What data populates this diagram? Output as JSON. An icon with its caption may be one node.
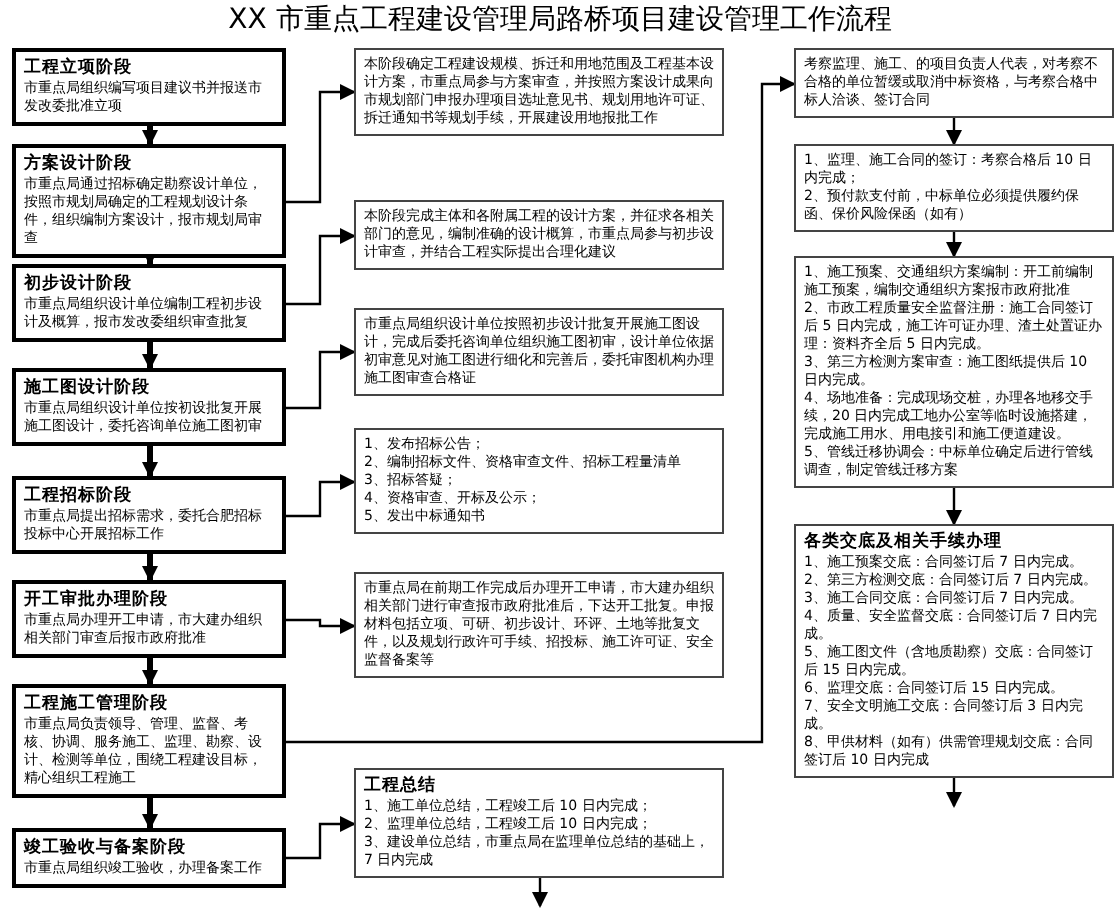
{
  "diagram": {
    "title": "XX 市重点工程建设管理局路桥项目建设管理工作流程",
    "nodes": [
      {
        "text": [
          "工程立项阶段",
          "市重点局组织编写项目建议书并报送市发改委批准立项"
        ]
      },
      {
        "text": [
          "方案设计阶段",
          "市重点局通过招标确定勘察设计单位，按照市规划局确定的工程规划设计条件，组织编制方案设计，报市规划局审查"
        ]
      },
      {
        "text": [
          "初步设计阶段",
          "市重点局组织设计单位编制工程初步设计及概算，报市发改委组织审查批复"
        ]
      },
      {
        "text": [
          "施工图设计阶段",
          "市重点局组织设计单位按初设批复开展施工图设计，委托咨询单位施工图初审"
        ]
      },
      {
        "text": [
          "工程招标阶段",
          "市重点局提出招标需求，委托合肥招标投标中心开展招标工作"
        ]
      },
      {
        "text": [
          "开工审批办理阶段",
          "市重点局办理开工申请，市大建办组织相关部门审查后报市政府批准"
        ]
      },
      {
        "text": [
          "工程施工管理阶段",
          "市重点局负责领导、管理、监督、考核、协调、服务施工、监理、勘察、设计、检测等单位，围绕工程建设目标，精心组织工程施工"
        ]
      },
      {
        "text": [
          "竣工验收与备案阶段",
          "市重点局组织竣工验收，办理备案工作"
        ]
      },
      {
        "text": [
          "本阶段确定工程建设规模、拆迁和用地范围及工程基本设计方案，市重点局参与方案审查，并按照方案设计成果向市规划部门申报办理项目选址意见书、规划用地许可证、拆迁通知书等规划手续，开展建设用地报批工作"
        ]
      },
      {
        "text": [
          "本阶段完成主体和各附属工程的设计方案，并征求各相关部门的意见，编制准确的设计概算，市重点局参与初步设计审查，并结合工程实际提出合理化建议"
        ]
      },
      {
        "text": [
          "市重点局组织设计单位按照初步设计批复开展施工图设计，完成后委托咨询单位组织施工图初审，设计单位依据初审意见对施工图进行细化和完善后，委托审图机构办理施工图审查合格证"
        ]
      },
      {
        "text": [
          "1、发布招标公告；",
          "2、编制招标文件、资格审查文件、招标工程量清单",
          "3、招标答疑；",
          "4、资格审查、开标及公示；",
          "5、发出中标通知书"
        ]
      },
      {
        "text": [
          "市重点局在前期工作完成后办理开工申请，市大建办组织相关部门进行审查报市政府批准后，下达开工批复。申报材料包括立项、可研、初步设计、环评、土地等批复文件，以及规划行政许可手续、招投标、施工许可证、安全监督备案等"
        ]
      },
      {
        "text": [
          "工程总结",
          "1、施工单位总结，工程竣工后 10 日内完成；",
          "2、监理单位总结，工程竣工后 10 日内完成；",
          "3、建设单位总结，市重点局在监理单位总结的基础上，7 日内完成"
        ]
      },
      {
        "text": [
          "考察监理、施工、的项目负责人代表，对考察不合格的单位暂缓或取消中标资格，与考察合格中标人洽谈、签订合同"
        ]
      },
      {
        "text": [
          "1、监理、施工合同的签订：考察合格后 10 日内完成；",
          "2、预付款支付前，中标单位必须提供履约保函、保价风险保函（如有）"
        ]
      },
      {
        "text": [
          "1、施工预案、交通组织方案编制：开工前编制施工预案，编制交通组织方案报市政府批准",
          "2、市政工程质量安全监督注册：施工合同签订后 5 日内完成，施工许可证办理、渣土处置证办理：资料齐全后 5 日内完成。",
          "3、第三方检测方案审查：施工图纸提供后 10 日内完成。",
          "4、场地准备：完成现场交桩，办理各地移交手续，20 日内完成工地办公室等临时设施搭建，完成施工用水、用电接引和施工便道建设。",
          "5、管线迁移协调会：中标单位确定后进行管线调查，制定管线迁移方案"
        ]
      },
      {
        "text": [
          "各类交底及相关手续办理",
          "1、施工预案交底：合同签订后 7 日内完成。",
          "2、第三方检测交底：合同签订后 7 日内完成。",
          "3、施工合同交底：合同签订后 7 日内完成。",
          "4、质量、安全监督交底：合同签订后 7 日内完成。",
          "5、施工图文件（含地质勘察）交底：合同签订后 15 日内完成。",
          "6、监理交底：合同签订后 15 日内完成。",
          "7、安全文明施工交底：合同签订后 3 日内完成。",
          "8、甲供材料（如有）供需管理规划交底：合同签订后 10 日内完成"
        ]
      }
    ],
    "edges": [
      {
        "from": 0,
        "to": 1,
        "arrow": "to",
        "style": "thick"
      },
      {
        "from": 1,
        "to": 2,
        "arrow": "to",
        "style": "thick"
      },
      {
        "from": 2,
        "to": 3,
        "arrow": "to",
        "style": "thick"
      },
      {
        "from": 3,
        "to": 4,
        "arrow": "to",
        "style": "thick"
      },
      {
        "from": 4,
        "to": 5,
        "arrow": "to",
        "style": "thick"
      },
      {
        "from": 5,
        "to": 6,
        "arrow": "to",
        "style": "thick"
      },
      {
        "from": 6,
        "to": 7,
        "arrow": "to",
        "style": "thick"
      },
      {
        "from": 1,
        "to": 8,
        "arrow": "to"
      },
      {
        "from": 2,
        "to": 9,
        "arrow": "to"
      },
      {
        "from": 3,
        "to": 10,
        "arrow": "to"
      },
      {
        "from": 4,
        "to": 11,
        "arrow": "to"
      },
      {
        "from": 5,
        "to": 12,
        "arrow": "to"
      },
      {
        "from": 7,
        "to": 13,
        "arrow": "to"
      },
      {
        "from": 6,
        "to": 14,
        "arrow": "to"
      },
      {
        "from": 14,
        "to": 15,
        "arrow": "to"
      },
      {
        "from": 15,
        "to": 16,
        "arrow": "to"
      },
      {
        "from": 16,
        "to": 17,
        "arrow": "to"
      },
      {
        "from": 13,
        "to": null,
        "arrow": "to"
      },
      {
        "from": 17,
        "to": null,
        "arrow": "to"
      }
    ]
  }
}
